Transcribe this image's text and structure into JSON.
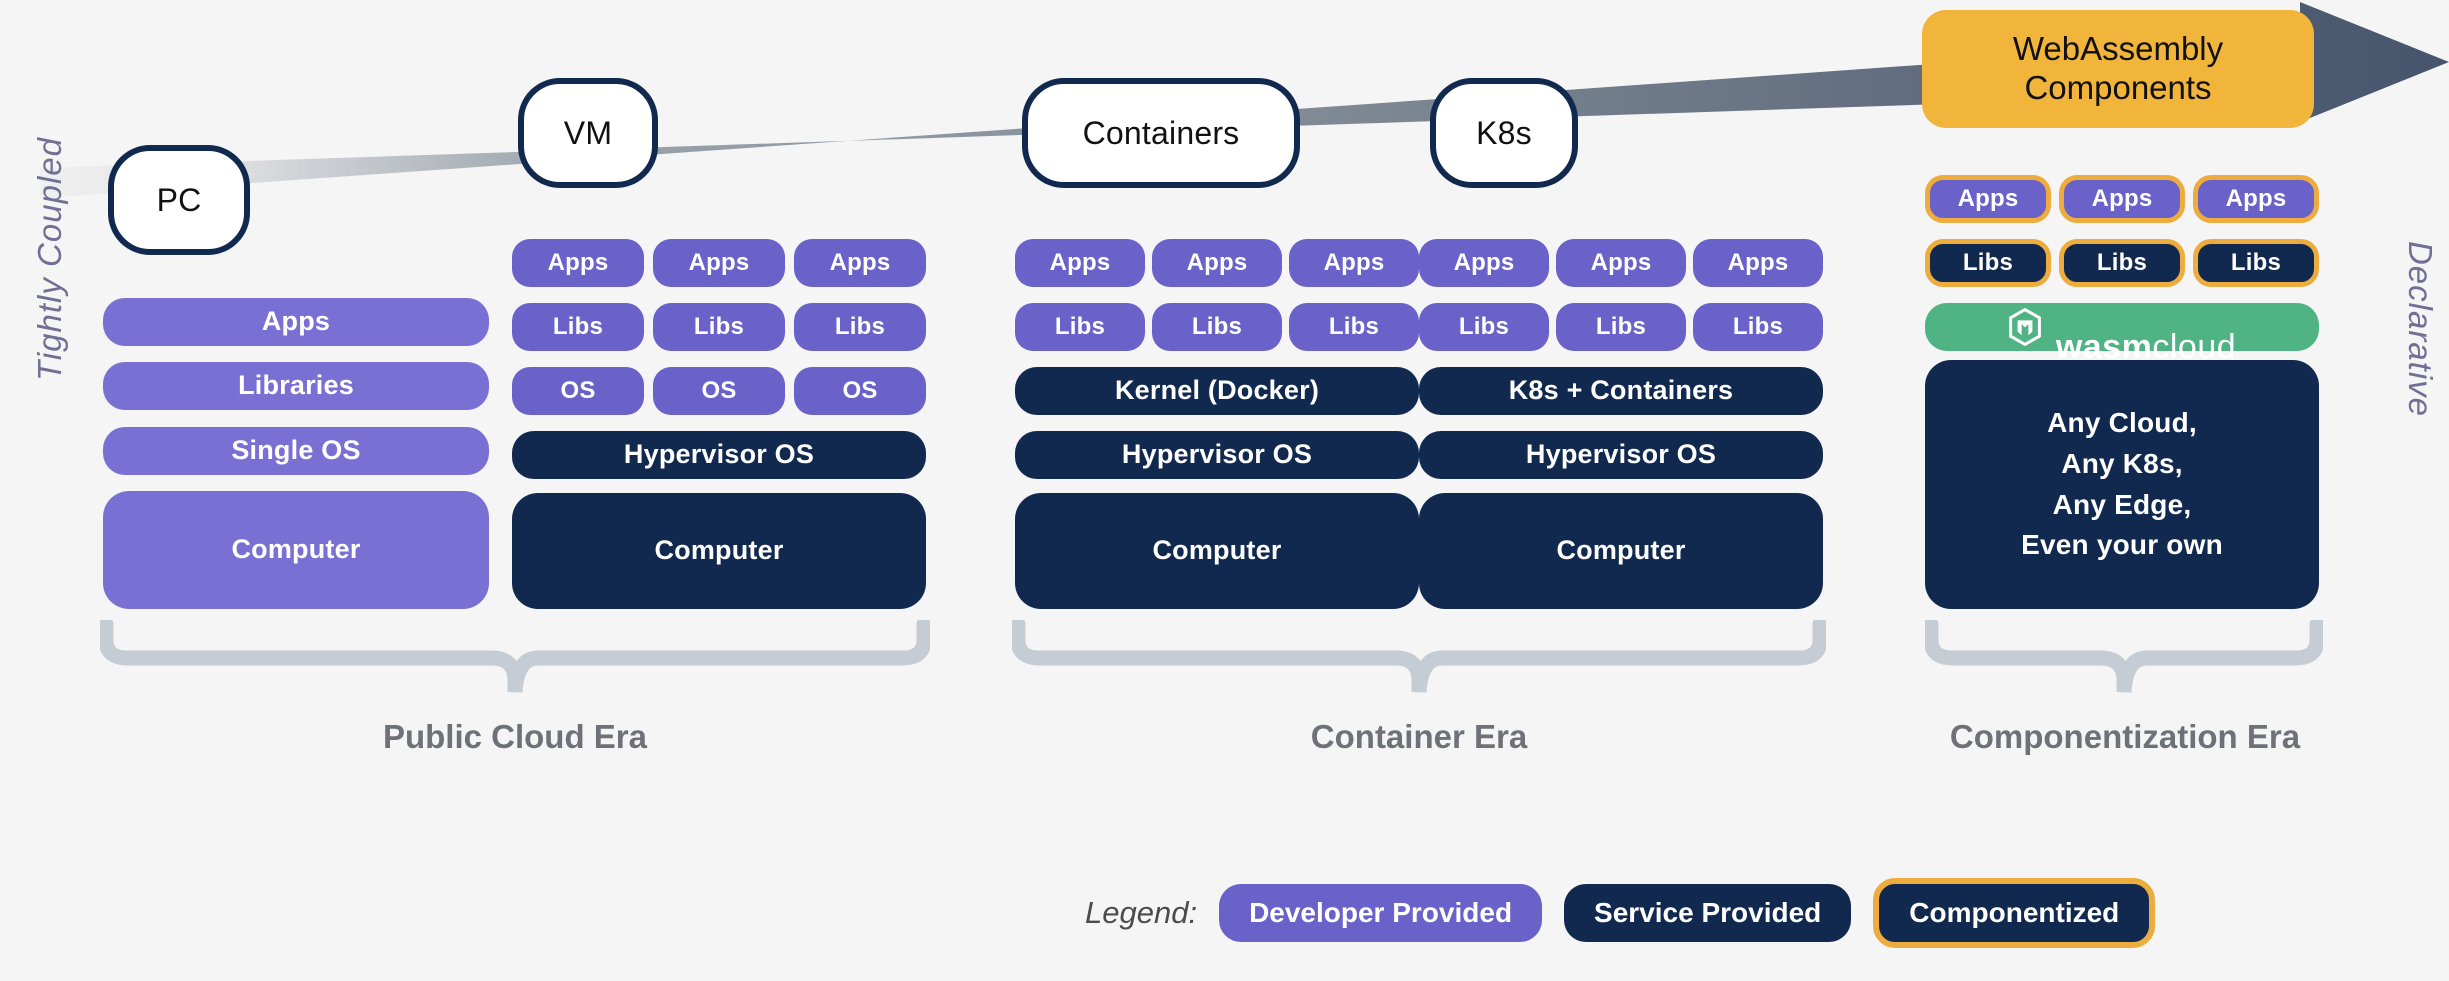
{
  "axis": {
    "left_label": "Tightly Coupled",
    "right_label": "Declarative"
  },
  "arrow": {
    "name": "evolution-arrow",
    "color_start": "#f0f0f0",
    "color_end": "#4a5a70"
  },
  "milestones": [
    {
      "id": "pc",
      "label": "PC"
    },
    {
      "id": "vm",
      "label": "VM"
    },
    {
      "id": "containers",
      "label": "Containers"
    },
    {
      "id": "k8s",
      "label": "K8s"
    },
    {
      "id": "wasm",
      "label": "WebAssembly\nComponents"
    }
  ],
  "wasm_banner": {
    "label": "WebAssembly Components",
    "line1": "WebAssembly",
    "line2": "Components",
    "bg": "#f2b53c"
  },
  "stacks": {
    "pc": {
      "name": "pc-stack",
      "blocks": [
        {
          "label": "Apps",
          "kind": "developer"
        },
        {
          "label": "Libraries",
          "kind": "developer"
        },
        {
          "label": "Single OS",
          "kind": "developer"
        },
        {
          "label": "Computer",
          "kind": "developer"
        }
      ]
    },
    "vm": {
      "name": "vm-stack",
      "guests": [
        {
          "apps": "Apps",
          "libs": "Libs",
          "os": "OS"
        },
        {
          "apps": "Apps",
          "libs": "Libs",
          "os": "OS"
        },
        {
          "apps": "Apps",
          "libs": "Libs",
          "os": "OS"
        }
      ],
      "blocks": [
        {
          "label": "Hypervisor OS",
          "kind": "service"
        },
        {
          "label": "Computer",
          "kind": "service"
        }
      ]
    },
    "docker": {
      "name": "docker-stack",
      "guests": [
        {
          "apps": "Apps",
          "libs": "Libs"
        },
        {
          "apps": "Apps",
          "libs": "Libs"
        },
        {
          "apps": "Apps",
          "libs": "Libs"
        }
      ],
      "blocks": [
        {
          "label": "Kernel (Docker)",
          "kind": "service"
        },
        {
          "label": "Hypervisor OS",
          "kind": "service"
        },
        {
          "label": "Computer",
          "kind": "service"
        }
      ]
    },
    "k8s": {
      "name": "k8s-stack",
      "guests": [
        {
          "apps": "Apps",
          "libs": "Libs"
        },
        {
          "apps": "Apps",
          "libs": "Libs"
        },
        {
          "apps": "Apps",
          "libs": "Libs"
        }
      ],
      "blocks": [
        {
          "label": "K8s + Containers",
          "kind": "service"
        },
        {
          "label": "Hypervisor OS",
          "kind": "service"
        },
        {
          "label": "Computer",
          "kind": "service"
        }
      ]
    },
    "wasmcloud": {
      "name": "wasmcloud-stack",
      "guests": [
        {
          "apps": "Apps",
          "libs": "Libs"
        },
        {
          "apps": "Apps",
          "libs": "Libs"
        },
        {
          "apps": "Apps",
          "libs": "Libs"
        }
      ],
      "platform": {
        "label": "wasmcloud",
        "word_bold": "wasm",
        "word_light": "cloud",
        "icon": "wasmcloud-hex-icon"
      },
      "target": {
        "line1": "Any Cloud,",
        "line2": "Any K8s,",
        "line3": "Any Edge,",
        "line4": "Even your own"
      }
    }
  },
  "eras": [
    {
      "id": "public-cloud",
      "label": "Public Cloud Era"
    },
    {
      "id": "container",
      "label": "Container Era"
    },
    {
      "id": "componentization",
      "label": "Componentization Era"
    }
  ],
  "legend": {
    "title": "Legend:",
    "items": [
      {
        "label": "Developer Provided",
        "color": "#6b62c9"
      },
      {
        "label": "Service Provided",
        "color": "#12294f"
      },
      {
        "label": "Componentized",
        "color": "#12294f",
        "border": "#ecad3e"
      }
    ]
  },
  "palette": {
    "developer": "#6b62c9",
    "service": "#12294f",
    "componentized_border": "#ecad3e",
    "wasmcloud_green": "#4fb383",
    "background": "#f5f5f5",
    "brace": "#c5ccd4",
    "era_text": "#6e7278",
    "axis_text": "#726f95"
  }
}
